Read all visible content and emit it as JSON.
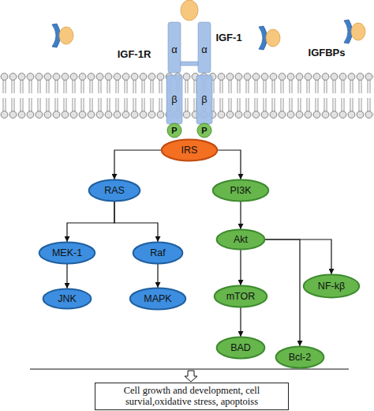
{
  "diagram": {
    "nodes": [
      {
        "text": [
          "IRS"
        ]
      },
      {
        "text": [
          "RAS"
        ]
      },
      {
        "text": [
          "PI3K"
        ]
      },
      {
        "text": [
          "MEK-1"
        ]
      },
      {
        "text": [
          "Raf"
        ]
      },
      {
        "text": [
          "Akt"
        ]
      },
      {
        "text": [
          "JNK"
        ]
      },
      {
        "text": [
          "MAPK"
        ]
      },
      {
        "text": [
          "mTOR"
        ]
      },
      {
        "text": [
          "NF-kβ"
        ]
      },
      {
        "text": [
          "BAD"
        ]
      },
      {
        "text": [
          "Bcl-2"
        ]
      },
      {
        "text": [
          "Cell growth and development, cell survial,oxidative stress, apoptoiss"
        ]
      }
    ],
    "edges": [
      {
        "from": 0,
        "to": 1,
        "arrow": "to"
      },
      {
        "from": 0,
        "to": 2,
        "arrow": "to"
      },
      {
        "from": 1,
        "to": 3,
        "arrow": "to"
      },
      {
        "from": 1,
        "to": 4,
        "arrow": "to"
      },
      {
        "from": 2,
        "to": 5,
        "arrow": "to"
      },
      {
        "from": 3,
        "to": 6,
        "arrow": "to"
      },
      {
        "from": 4,
        "to": 7,
        "arrow": "to"
      },
      {
        "from": 5,
        "to": 8,
        "arrow": "to"
      },
      {
        "from": 5,
        "to": 9,
        "arrow": "to"
      },
      {
        "from": 5,
        "to": 11,
        "arrow": "to"
      },
      {
        "from": 8,
        "to": 10,
        "arrow": "to"
      }
    ],
    "labels": [
      "IGF-1",
      "IGF-1R",
      "IGFBPs",
      "α",
      "α",
      "β",
      "β",
      "P",
      "P"
    ]
  }
}
